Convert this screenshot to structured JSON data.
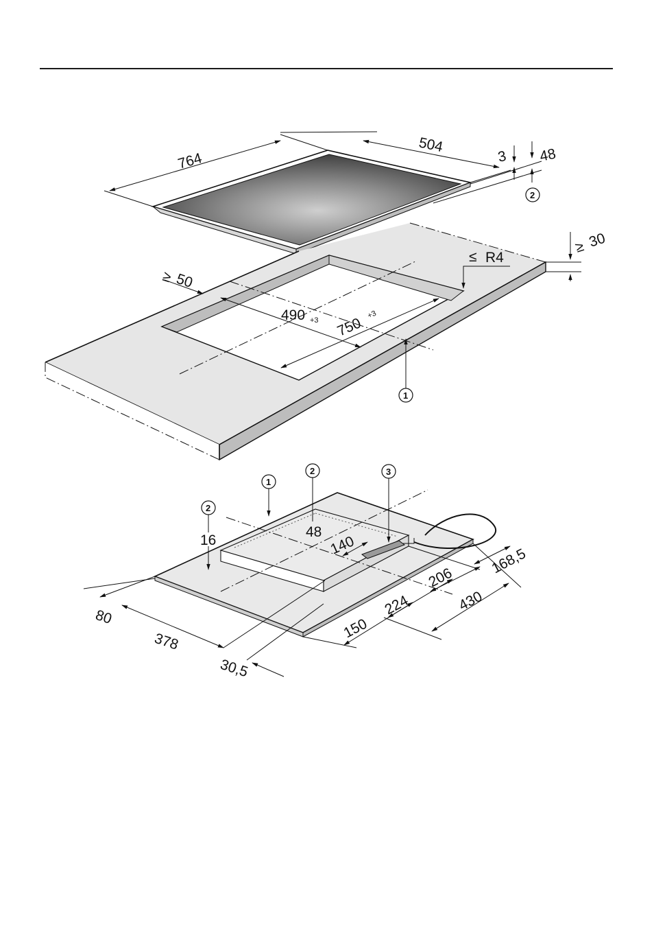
{
  "top_figure": {
    "hob": {
      "width": "764",
      "depth": "504",
      "glass_thickness": "3",
      "total_height": "48",
      "height_callout": "2"
    },
    "worktop": {
      "min_thickness_prefix": "≥",
      "min_thickness": "30",
      "corner_radius_prefix": "≤",
      "corner_radius": "R4",
      "min_front_distance_prefix": "≥",
      "min_front_distance": "50",
      "cutout_depth": "490",
      "cutout_depth_tolerance": "+3",
      "cutout_width": "750",
      "cutout_width_tolerance": "+3",
      "front_edge_callout": "1"
    }
  },
  "bottom_figure": {
    "callouts": [
      "1",
      "2",
      "3",
      "2"
    ],
    "box_height": "48",
    "box_offset": "140",
    "side_height": "16",
    "left_offset": "80",
    "box_left": "378",
    "box_left_small": "30,5",
    "front_a": "150",
    "front_b": "224",
    "right_a": "206",
    "right_b": "168,5",
    "right_total": "430"
  },
  "colors": {
    "line": "#111111",
    "worktop_fill": "#e6e6e6",
    "worktop_edge": "#bdbdbd",
    "glass_dark": "#3a3a3a",
    "glass_light": "#c8c8c8",
    "hob_underside": "#e9e9e9"
  }
}
